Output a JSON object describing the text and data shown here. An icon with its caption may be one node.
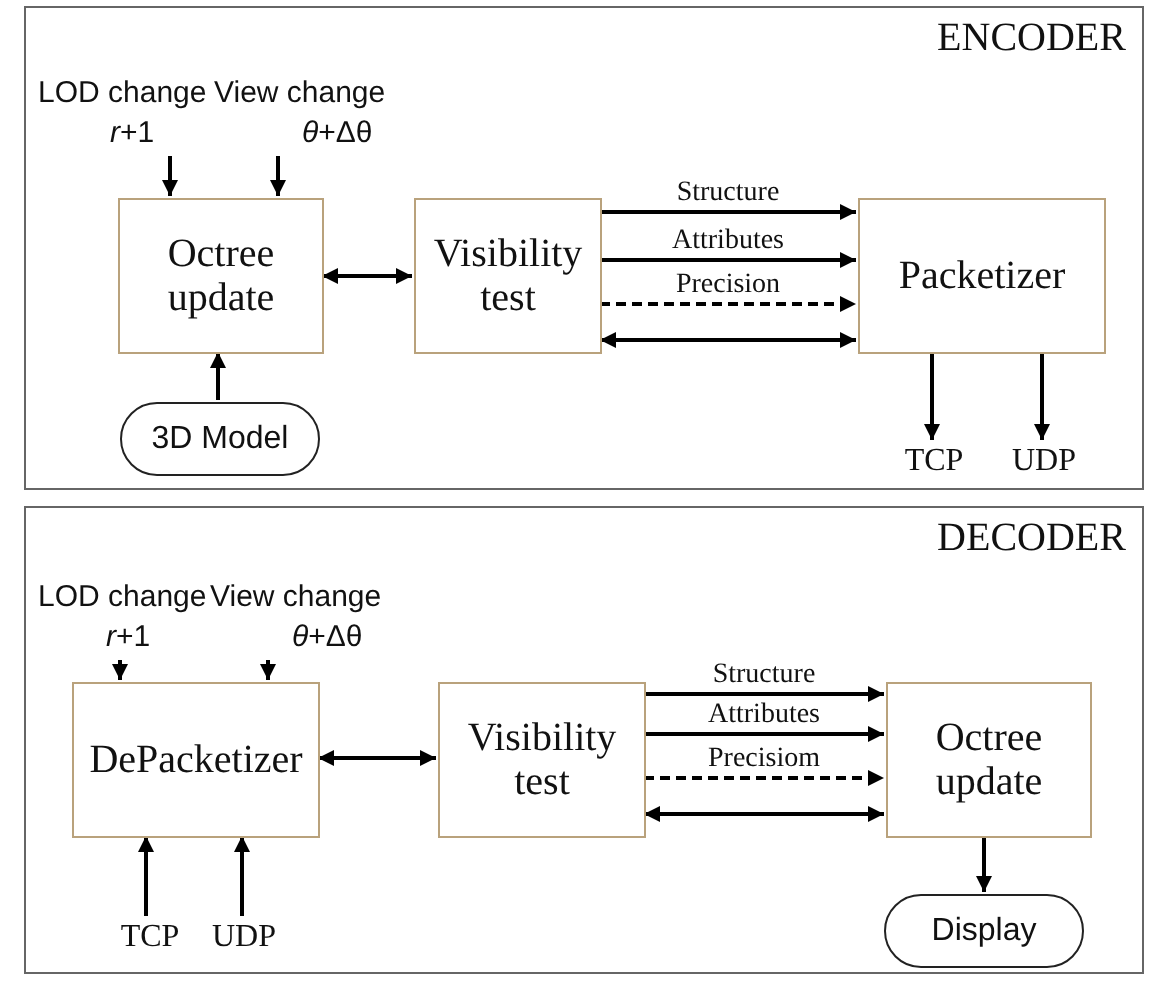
{
  "diagram": {
    "nodes": [
      {
        "text": [
          "ENCODER"
        ]
      },
      {
        "text": [
          "LOD change",
          "*r*+1"
        ],
        "in": 0
      },
      {
        "text": [
          "View change",
          "*θ*+Δθ"
        ],
        "in": 0
      },
      {
        "text": [
          "Octree update"
        ],
        "in": 0
      },
      {
        "text": [
          "Visibility test"
        ],
        "in": 0
      },
      {
        "text": [
          "Packetizer"
        ],
        "in": 0
      },
      {
        "text": [
          "3D Model"
        ],
        "in": 0
      },
      {
        "text": [
          "TCP"
        ],
        "in": 0
      },
      {
        "text": [
          "UDP"
        ],
        "in": 0
      },
      {
        "text": [
          "DECODER"
        ]
      },
      {
        "text": [
          "LOD change",
          "*r*+1"
        ],
        "in": 9
      },
      {
        "text": [
          "View change",
          "*θ*+Δθ"
        ],
        "in": 9
      },
      {
        "text": [
          "DePacketizer"
        ],
        "in": 9
      },
      {
        "text": [
          "Visibility test"
        ],
        "in": 9
      },
      {
        "text": [
          "Octree update"
        ],
        "in": 9
      },
      {
        "text": [
          "TCP"
        ],
        "in": 9
      },
      {
        "text": [
          "UDP"
        ],
        "in": 9
      },
      {
        "text": [
          "Display"
        ],
        "in": 9
      }
    ],
    "edges": [
      {
        "from": 1,
        "to": 3,
        "arrow": "to"
      },
      {
        "from": 2,
        "to": 3,
        "arrow": "to"
      },
      {
        "from": 3,
        "to": 4,
        "arrow": "both"
      },
      {
        "from": 4,
        "to": 5,
        "arrow": "to",
        "label": "Structure"
      },
      {
        "from": 4,
        "to": 5,
        "arrow": "to",
        "label": "Attributes"
      },
      {
        "from": 4,
        "to": 5,
        "arrow": "to",
        "label": "Precision",
        "style": "dashed"
      },
      {
        "from": 4,
        "to": 5,
        "arrow": "both"
      },
      {
        "from": 6,
        "to": 3,
        "arrow": "to"
      },
      {
        "from": 5,
        "to": 7,
        "arrow": "to"
      },
      {
        "from": 5,
        "to": 8,
        "arrow": "to"
      },
      {
        "from": 10,
        "to": 12,
        "arrow": "to"
      },
      {
        "from": 11,
        "to": 12,
        "arrow": "to"
      },
      {
        "from": 12,
        "to": 13,
        "arrow": "both"
      },
      {
        "from": 13,
        "to": 14,
        "arrow": "to",
        "label": "Structure"
      },
      {
        "from": 13,
        "to": 14,
        "arrow": "to",
        "label": "Attributes"
      },
      {
        "from": 13,
        "to": 14,
        "arrow": "to",
        "label": "Precisiom",
        "style": "dashed"
      },
      {
        "from": 13,
        "to": 14,
        "arrow": "both"
      },
      {
        "from": 15,
        "to": 12,
        "arrow": "to"
      },
      {
        "from": 16,
        "to": 12,
        "arrow": "to"
      },
      {
        "from": 14,
        "to": 17,
        "arrow": "to"
      }
    ]
  }
}
